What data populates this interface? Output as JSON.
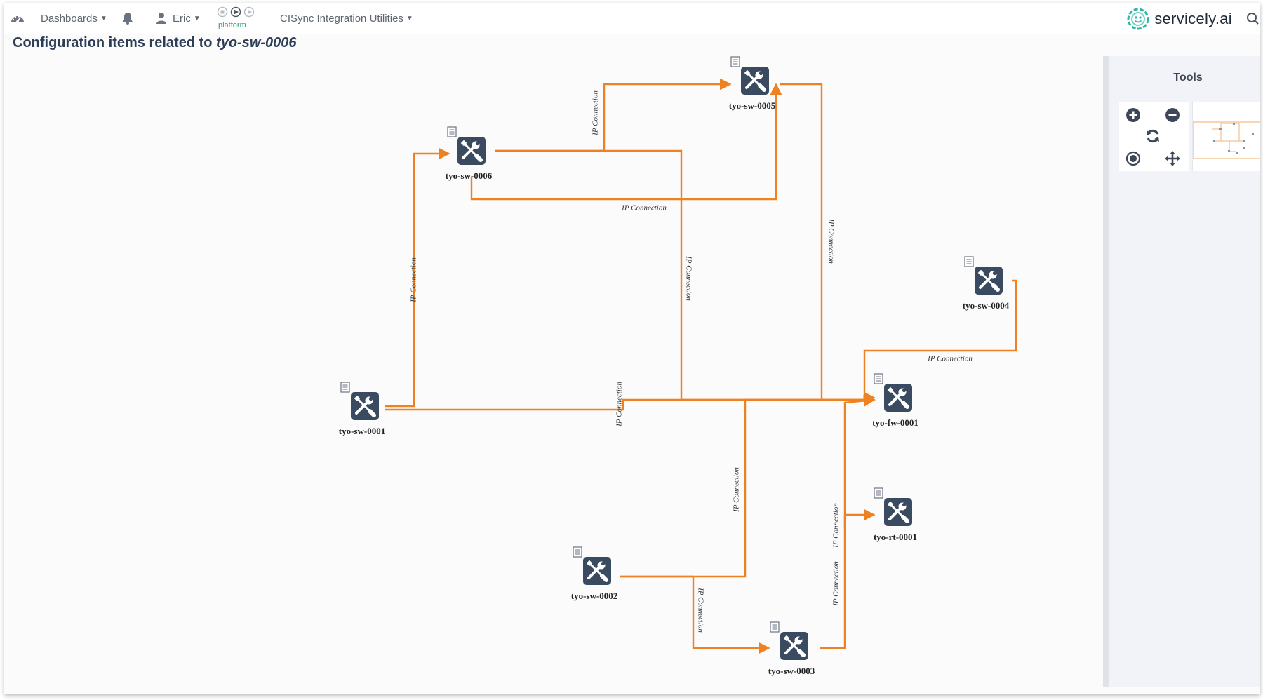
{
  "topbar": {
    "dashboards_label": "Dashboards",
    "user_label": "Eric",
    "platform_label": "platform",
    "menu_label": "CISync Integration Utilities",
    "brand_name": "servicely.ai"
  },
  "page": {
    "title_prefix": "Configuration items related to",
    "title_ci": "tyo-sw-0006"
  },
  "graph": {
    "nodes": [
      {
        "id": "sw6",
        "label": "tyo-sw-0006",
        "icon": "tools-icon"
      },
      {
        "id": "sw5",
        "label": "tyo-sw-0005",
        "icon": "tools-icon"
      },
      {
        "id": "sw4",
        "label": "tyo-sw-0004",
        "icon": "tools-icon"
      },
      {
        "id": "sw1",
        "label": "tyo-sw-0001",
        "icon": "tools-icon"
      },
      {
        "id": "fw1",
        "label": "tyo-fw-0001",
        "icon": "tools-icon"
      },
      {
        "id": "rt1",
        "label": "tyo-rt-0001",
        "icon": "tools-icon"
      },
      {
        "id": "sw2",
        "label": "tyo-sw-0002",
        "icon": "tools-icon"
      },
      {
        "id": "sw3",
        "label": "tyo-sw-0003",
        "icon": "tools-icon"
      }
    ],
    "edge_label": "IP Connection",
    "edge_color": "#ee8222",
    "node_color": "#3a4a60"
  },
  "tools": {
    "title": "Tools",
    "buttons": [
      "zoom-in-icon",
      "zoom-out-icon",
      "refresh-icon",
      "target-icon",
      "move-icon"
    ]
  }
}
